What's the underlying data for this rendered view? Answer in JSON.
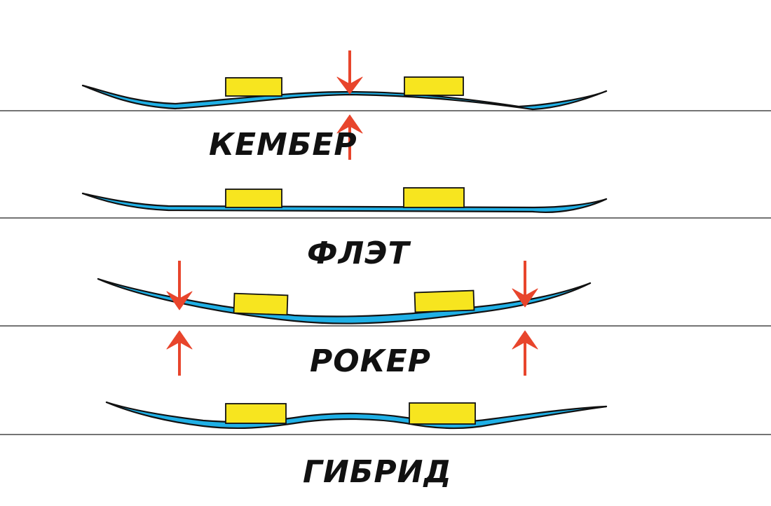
{
  "labels": {
    "camber": "КЕМБЕР",
    "flat": "ФЛЭТ",
    "rocker": "РОКЕР",
    "hybrid": "ГИБРИД"
  },
  "colors": {
    "board": "#1fb0e6",
    "outline": "#111111",
    "binding": "#f7e51f",
    "arrow": "#e8452c",
    "ground": "#222222"
  }
}
